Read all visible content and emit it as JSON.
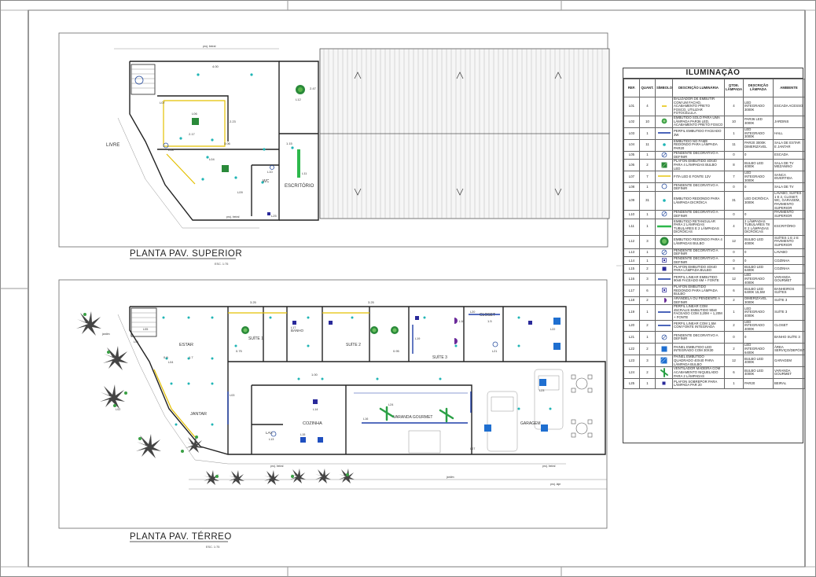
{
  "drawing": {
    "upper_plan": {
      "title": "PLANTA PAV. SUPERIOR",
      "scale": "ESC. 1:75",
      "labels": {
        "livre": "LIVRE",
        "escritorio": "ESCRITÓRIO",
        "wc": "WC",
        "proj_beiral": "proj. beiral",
        "dim_400": "4.00",
        "dim_217": "2.17",
        "dim_306": "3.06",
        "dim_115": "1.15",
        "dim_247": "2.47",
        "dim_223": "2.23"
      },
      "lights": [
        "L07",
        "L06",
        "L08",
        "L09",
        "L10",
        "L11",
        "L12",
        "L25",
        "L04"
      ]
    },
    "ground_plan": {
      "title": "PLANTA PAV. TÉRREO",
      "scale": "ESC. 1:75",
      "labels": {
        "estar": "ESTAR",
        "jantar": "JANTAR",
        "suite1": "SUÍTE 1",
        "banho": "BANHO",
        "suite2": "SUÍTE 2",
        "suite3": "SUÍTE 3",
        "closet": "CLOSET",
        "cozinha": "COZINHA",
        "varanda": "VARANDA GOURMET",
        "garagem": "GARAGEM",
        "lavabo": "LAV.",
        "proj_beiral": "proj. beiral",
        "proj_laje": "proj. laje",
        "jardim": "jardim",
        "dim_325a": "3.25",
        "dim_325b": "3.25",
        "dim_15": "1.5",
        "dim_17": "1.7",
        "dim_075": "0.75",
        "dim_100": "1.00",
        "dim_095": "0.95",
        "dim_09": "0.9"
      },
      "lights": [
        "L01",
        "L02",
        "L03",
        "L04",
        "L05",
        "L13",
        "L14",
        "L15",
        "L16",
        "L17",
        "L18",
        "L19",
        "L20",
        "L21",
        "L22",
        "L23",
        "L24",
        "L07"
      ]
    }
  },
  "legend": {
    "title": "ILUMINAÇÃO",
    "headers": {
      "ref": "REF.",
      "quant": "QUANT.",
      "simbolo": "SÍMBOLO",
      "descricao": "DESCRIÇÃO LUMINÁRIA",
      "qtde": "QTDE. LÂMPADA",
      "lampada": "DESCRIÇÃO LÂMPADA",
      "ambiente": "AMBIENTE"
    },
    "rows": [
      {
        "ref": "L01",
        "quant": "4",
        "sym": "dot-yellow",
        "desc": "BALIZADOR DE EMBUTIR COM UM FACHO, ACABAMENTO PRETO FOSCO, UTILIZAR FOTOCÉLULA",
        "qtde": "4",
        "lamp": "LED INTEGRADO 3000K",
        "amb": "ESCADA ACESSO"
      },
      {
        "ref": "L02",
        "quant": "10",
        "sym": "circle-green",
        "desc": "EMBUTIDO SOLO PARA UMA LÂMPADA PAR36 LED, ACABAMENTO PRETO FOSCO",
        "qtde": "10",
        "lamp": "PAR36 LED 3000K",
        "amb": "JARDINS"
      },
      {
        "ref": "L03",
        "quant": "1",
        "sym": "line-blue",
        "desc": "PERFIL EMBUTIDO FACEADO 3W",
        "qtde": "1",
        "lamp": "LED INTEGRADO 3000K",
        "amb": "HALL"
      },
      {
        "ref": "L04",
        "quant": "11",
        "sym": "dot-teal",
        "desc": "EMBUTIDO NO FAME REDONDO PARA LÂMPADA PAR20",
        "qtde": "11",
        "lamp": "PAR20 3000K DIMERIZÁVEL",
        "amb": "SALA DE ESTAR E JANTAR"
      },
      {
        "ref": "L05",
        "quant": "1",
        "sym": "circle-cross",
        "desc": "PENDENTE DECORATIVO A DEFINIR",
        "qtde": "0",
        "lamp": "0",
        "amb": "ESCADA"
      },
      {
        "ref": "L06",
        "quant": "2",
        "sym": "square-green",
        "desc": "PLAFON EMBUTIDO 40X40 PARA 4 LÂMPADAS BULBO LED",
        "qtde": "8",
        "lamp": "BULBO LED 4000K",
        "amb": "SALA DE TV MEZANINO"
      },
      {
        "ref": "L07",
        "quant": "7",
        "sym": "line-yellow",
        "desc": "FITA LED E FONTE 12V",
        "qtde": "7",
        "lamp": "LED INTEGRADO 3000K",
        "amb": "SANCA INVERTIDA"
      },
      {
        "ref": "L08",
        "quant": "1",
        "sym": "circle-open",
        "desc": "PENDENTE DECORATIVO A DEFINIR",
        "qtde": "0",
        "lamp": "0",
        "amb": "SALA DE TV"
      },
      {
        "ref": "L09",
        "quant": "31",
        "sym": "dot-teal",
        "desc": "EMBUTIDO REDONDO PARA LÂMPADA DICRÓICA",
        "qtde": "31",
        "lamp": "LED DICRÓICA 3000K",
        "amb": "LAVABO, SUÍTES 1 E 2, CLOSET, WC, GARAGEM, PAVIMENTO SUPERIOR"
      },
      {
        "ref": "L10",
        "quant": "1",
        "sym": "circle-cross",
        "desc": "PENDENTE DECORATIVO A DEFINIR",
        "qtde": "0",
        "lamp": "0",
        "amb": "PAVIMENTO SUPERIOR"
      },
      {
        "ref": "L11",
        "quant": "1",
        "sym": "line-green",
        "desc": "EMBUTIDO RETANGULAR PARA 2 LÂMPADAS TUBULARES E 2 LÂMPADAS DICRÓICAS",
        "qtde": "4",
        "lamp": "2 LÂMPADAS TUBULARES T8 E 2 LÂMPADAS DICRÓICAS",
        "amb": "ESCRITÓRIO"
      },
      {
        "ref": "L12",
        "quant": "3",
        "sym": "circle-hatch",
        "desc": "EMBUTIDO REDONDO PARA 4 LÂMPADAS BULBO",
        "qtde": "12",
        "lamp": "BULBO LED 4000K",
        "amb": "SUÍTES 1 E 2 E PAVIMENTO SUPERIOR"
      },
      {
        "ref": "L13",
        "quant": "1",
        "sym": "circle-cross",
        "desc": "PENDENTE DECORATIVO A DEFINIR",
        "qtde": "0",
        "lamp": "0",
        "amb": "LAVABO"
      },
      {
        "ref": "L14",
        "quant": "1",
        "sym": "square-navy",
        "desc": "PENDENTE DECORATIVO A DEFINIR",
        "qtde": "0",
        "lamp": "0",
        "amb": "COZINHA"
      },
      {
        "ref": "L15",
        "quant": "2",
        "sym": "square-navy2",
        "desc": "PLAFON EMBUTIDO 40X40 PARA LÂMPADA BULBO",
        "qtde": "8",
        "lamp": "BULBO LED 6400K",
        "amb": "COZINHA"
      },
      {
        "ref": "L16",
        "quant": "3",
        "sym": "line-blue",
        "desc": "PERFIL LINEAR EMBUTIDO 90x8 FACEADO 6M + FONTE",
        "qtde": "12",
        "lamp": "LED INTEGRADO 4000K",
        "amb": "VARANDA GOURMET"
      },
      {
        "ref": "L17",
        "quant": "6",
        "sym": "square-navy",
        "desc": "PLAFON EMBUTIDO REDONDO PARA LÂMPADA BULBO",
        "qtde": "6",
        "lamp": "BULBO LED 6400K 15,5W",
        "amb": "BANHEIROS SUÍTES"
      },
      {
        "ref": "L18",
        "quant": "2",
        "sym": "half-purple",
        "desc": "ARANDELA OU PENDENTE A DEFINIR",
        "qtde": "2",
        "lamp": "DIMERIZÁVEL 3000K",
        "amb": "SUÍTE 3"
      },
      {
        "ref": "L19",
        "quant": "1",
        "sym": "line-blue",
        "desc": "PERFIL LINEAR COM 45CRALIS EMBUTIDO 90x8 FACEADO COM 3,20M + 1,20M + FONTE",
        "qtde": "1",
        "lamp": "LED INTEGRADO 4000K",
        "amb": "SUÍTE 3"
      },
      {
        "ref": "L20",
        "quant": "2",
        "sym": "line-blue",
        "desc": "PERFIL LINEAR COM 1,5M COM FONTE INTEGRADA",
        "qtde": "2",
        "lamp": "LED INTEGRADO 4000K",
        "amb": "CLOSET"
      },
      {
        "ref": "L21",
        "quant": "1",
        "sym": "circle-cross",
        "desc": "PENDENTE DECORATIVO A DEFINIR",
        "qtde": "0",
        "lamp": "0",
        "amb": "BANHO SUÍTE 3"
      },
      {
        "ref": "L22",
        "quant": "2",
        "sym": "square-blue",
        "desc": "PAINEL EMBUTIDO LED INTEGRADO COM 30X30",
        "qtde": "2",
        "lamp": "LED INTEGRADO 6400K",
        "amb": "ÁREA SERVIÇO/DEPÓSITO"
      },
      {
        "ref": "L23",
        "quant": "3",
        "sym": "square-hatch",
        "desc": "PAINEL EMBUTIDO QUADRADO 40X40 PARA LÂMPADA BULBO",
        "qtde": "12",
        "lamp": "BULBO LED 4000K",
        "amb": "GARAGEM"
      },
      {
        "ref": "L24",
        "quant": "2",
        "sym": "fan",
        "desc": "VENTILADOR MADEIRA COM ACABAMENTO NIQUELADO PARA 2 LÂMPADAS",
        "qtde": "6",
        "lamp": "BULBO LED 4000K",
        "amb": "VARANDA GOURMET"
      },
      {
        "ref": "L25",
        "quant": "1",
        "sym": "square-small",
        "desc": "PLAFON SOBREPOR PARA LÂMPADA PAR 20",
        "qtde": "1",
        "lamp": "PAR20",
        "amb": "BEIRAL"
      }
    ]
  }
}
